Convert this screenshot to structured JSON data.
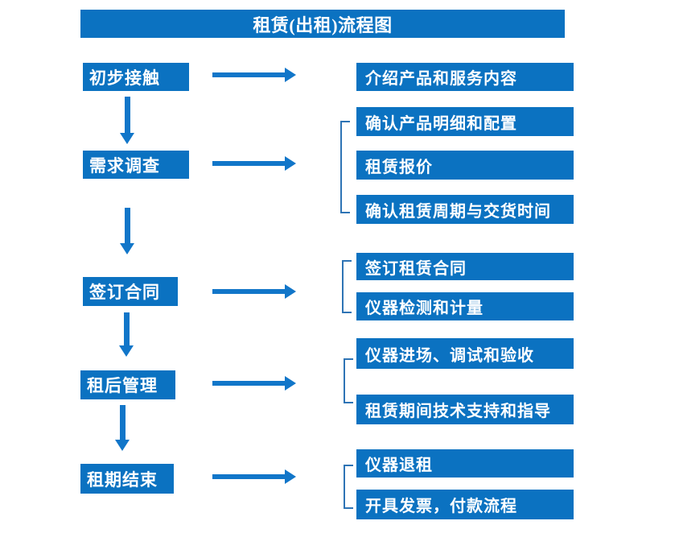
{
  "title": "租赁(出租)流程图",
  "colors": {
    "box_blue": "#0B72C1",
    "arrow_blue": "#1176C9",
    "bracket_blue": "#2E74B5",
    "text_white": "#FFFFFF"
  },
  "flow": {
    "steps": [
      {
        "label": "初步接触",
        "details": [
          "介绍产品和服务内容"
        ]
      },
      {
        "label": "需求调查",
        "details": [
          "确认产品明细和配置",
          "租赁报价",
          "确认租赁周期与交货时间"
        ]
      },
      {
        "label": "签订合同",
        "details": [
          "签订租赁合同",
          "仪器检测和计量"
        ]
      },
      {
        "label": "租后管理",
        "details": [
          "仪器进场、调试和验收",
          "租赁期间技术支持和指导"
        ]
      },
      {
        "label": "租期结束",
        "details": [
          "仪器退租",
          "开具发票，付款流程"
        ]
      }
    ]
  }
}
